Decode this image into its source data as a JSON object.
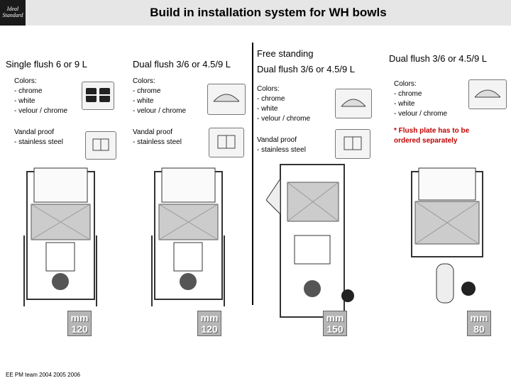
{
  "title": "Build in installation system for WH bowls",
  "logo": {
    "line1": "Ideal",
    "line2": "Standard"
  },
  "footer": "EE PM team 2004 2005 2006",
  "columns": [
    {
      "heading": "Single flush 6 or 9 L",
      "colors_label": "Colors:",
      "colors": [
        "- chrome",
        "- white",
        "- velour / chrome"
      ],
      "vandal_label": "Vandal proof",
      "vandal_items": [
        "- stainless steel"
      ],
      "badge_unit": "mm",
      "badge_value": "120"
    },
    {
      "heading": "Dual flush 3/6 or 4.5/9 L",
      "colors_label": "Colors:",
      "colors": [
        "- chrome",
        "- white",
        "- velour / chrome"
      ],
      "vandal_label": "Vandal proof",
      "vandal_items": [
        "- stainless steel"
      ],
      "badge_unit": "mm",
      "badge_value": "120"
    },
    {
      "heading_line1": "Free standing",
      "heading_line2": "Dual flush 3/6 or 4.5/9 L",
      "colors_label": "Colors:",
      "colors": [
        "- chrome",
        "- white",
        "- velour / chrome"
      ],
      "vandal_label": "Vandal proof",
      "vandal_items": [
        "- stainless steel"
      ],
      "badge_unit": "mm",
      "badge_value": "150"
    },
    {
      "heading": "Dual flush 3/6 or 4.5/9 L",
      "colors_label": "Colors:",
      "colors": [
        "- chrome",
        "- white",
        "- velour / chrome"
      ],
      "note_line1": "* Flush plate has to be",
      "note_line2": "ordered separately",
      "badge_unit": "mm",
      "badge_value": "80"
    }
  ],
  "colors": {
    "note": "#c00000",
    "titlebar": "#e6e6e6",
    "badge": "#b5b5b5"
  }
}
